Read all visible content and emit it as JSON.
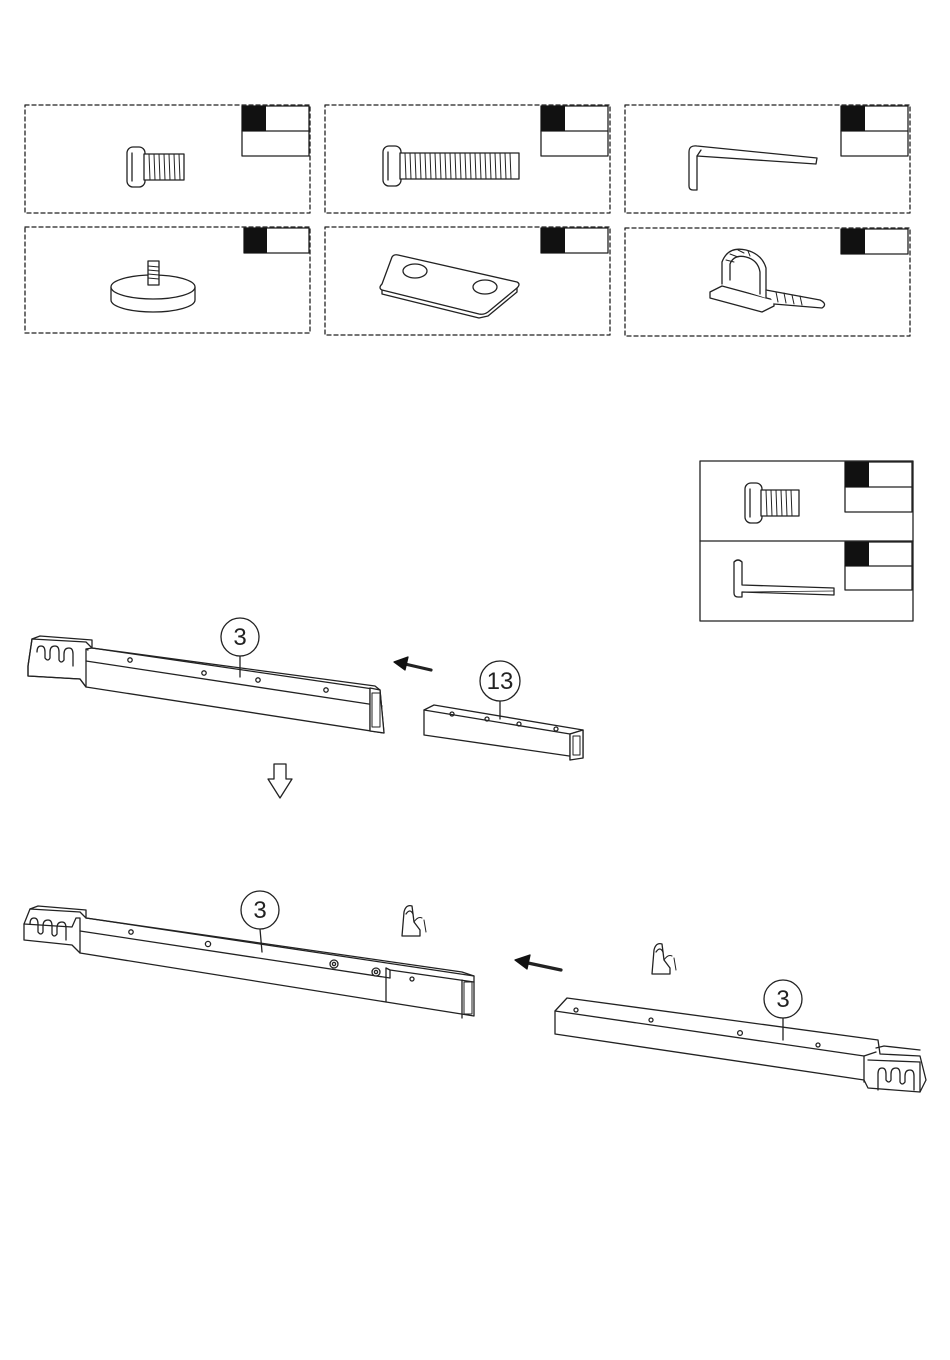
{
  "parts_grid": [
    {
      "id": "screw-short",
      "icon": "short-bolt-icon"
    },
    {
      "id": "screw-long",
      "icon": "long-bolt-icon"
    },
    {
      "id": "allen-key",
      "icon": "allen-key-icon"
    },
    {
      "id": "foot-pad",
      "icon": "foot-pad-icon"
    },
    {
      "id": "connector-plate",
      "icon": "connector-plate-icon"
    },
    {
      "id": "cable-clip",
      "icon": "cable-clip-icon"
    }
  ],
  "step_parts": [
    {
      "id": "screw-short",
      "icon": "short-bolt-icon"
    },
    {
      "id": "allen-key",
      "icon": "allen-key-icon"
    }
  ],
  "callouts": {
    "beam_a": "3",
    "insert_tube": "13",
    "beam_b": "3",
    "beam_c": "3"
  },
  "colors": {
    "line": "#222222",
    "fill": "#ffffff",
    "badge": "#111111"
  }
}
